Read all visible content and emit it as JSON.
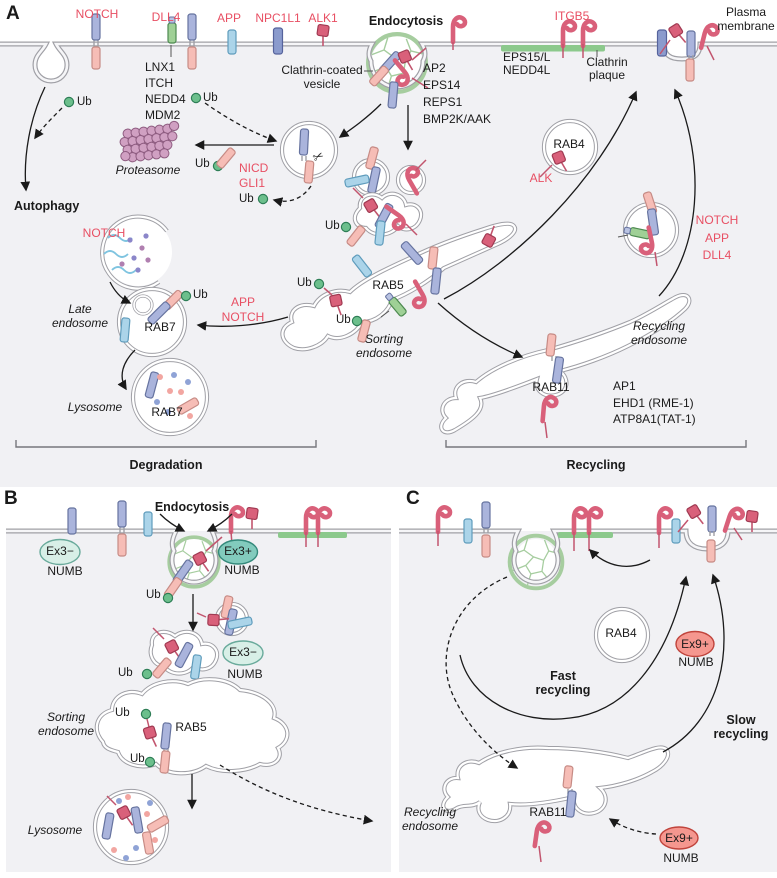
{
  "colors": {
    "red_label": "#e84f63",
    "membrane": "#a0a0a6",
    "background": "#f1f1f4",
    "plaque_green": "#8cc98c",
    "clathrin_green": "#a6cd9f",
    "ub_green": "#6cbf8c",
    "receptor_blue": "#aab4dc",
    "receptor_dark_blue": "#8b9bcd",
    "receptor_pink": "#f6bdb6",
    "receptor_light_blue": "#abd4e9",
    "receptor_green": "#9fd096",
    "receptor_dark_pink": "#d9607a",
    "proteasome": "#d0a0c2",
    "ex3_minus": "#d8efe7",
    "ex3_plus": "#82cbbd",
    "ex9_plus": "#f5978f"
  },
  "icons": {
    "scissors": "✂"
  },
  "shared": {
    "ub": "Ub",
    "numb": "NUMB"
  },
  "panel_a": {
    "label": "A",
    "endocytosis": "Endocytosis",
    "plasma_membrane": "Plasma\nmembrane",
    "receptors": {
      "notch": "NOTCH",
      "dll4": "DLL4",
      "app": "APP",
      "npc1l1": "NPC1L1",
      "alk1": "ALK1",
      "itgb5": "ITGB5"
    },
    "e3_ligases": "LNX1\nITCH\nNEDD4\nMDM2",
    "clathrin_vesicle": "Clathrin-coated\nvesicle",
    "endocytic_adaptors": "AP2\nEPS14\nREPS1\nBMP2K/AAK",
    "plaque_proteins": "EPS15/L\nNEDD4L",
    "clathrin_plaque": "Clathrin\nplaque",
    "proteasome": "Proteasome",
    "nicd_gli1": "NICD\nGLI1",
    "autophagy": "Autophagy",
    "autophagy_cargo": "NOTCH",
    "late_endosome": "Late\nendosome",
    "rab7": "RAB7",
    "lysosome": "Lysosome",
    "late_cargo": "APP\nNOTCH",
    "rab5": "RAB5",
    "sorting_endosome": "Sorting\nendosome",
    "rab4": "RAB4",
    "alk": "ALK",
    "fast_cargo": "NOTCH\nAPP\nDLL4",
    "recycling_endosome": "Recycling\nendosome",
    "rab11": "RAB11",
    "recycling_machinery": "AP1\nEHD1 (RME-1)\nATP8A1(TAT-1)",
    "bracket_degradation": "Degradation",
    "bracket_recycling": "Recycling"
  },
  "panel_b": {
    "label": "B",
    "endocytosis": "Endocytosis",
    "ex3_minus": "Ex3−",
    "ex3_plus": "Ex3+",
    "rab5": "RAB5",
    "sorting_endosome": "Sorting\nendosome",
    "lysosome": "Lysosome"
  },
  "panel_c": {
    "label": "C",
    "rab4": "RAB4",
    "ex9_plus": "Ex9+",
    "fast_recycling": "Fast\nrecycling",
    "slow_recycling": "Slow\nrecycling",
    "recycling_endosome": "Recycling\nendosome",
    "rab11": "RAB11"
  }
}
